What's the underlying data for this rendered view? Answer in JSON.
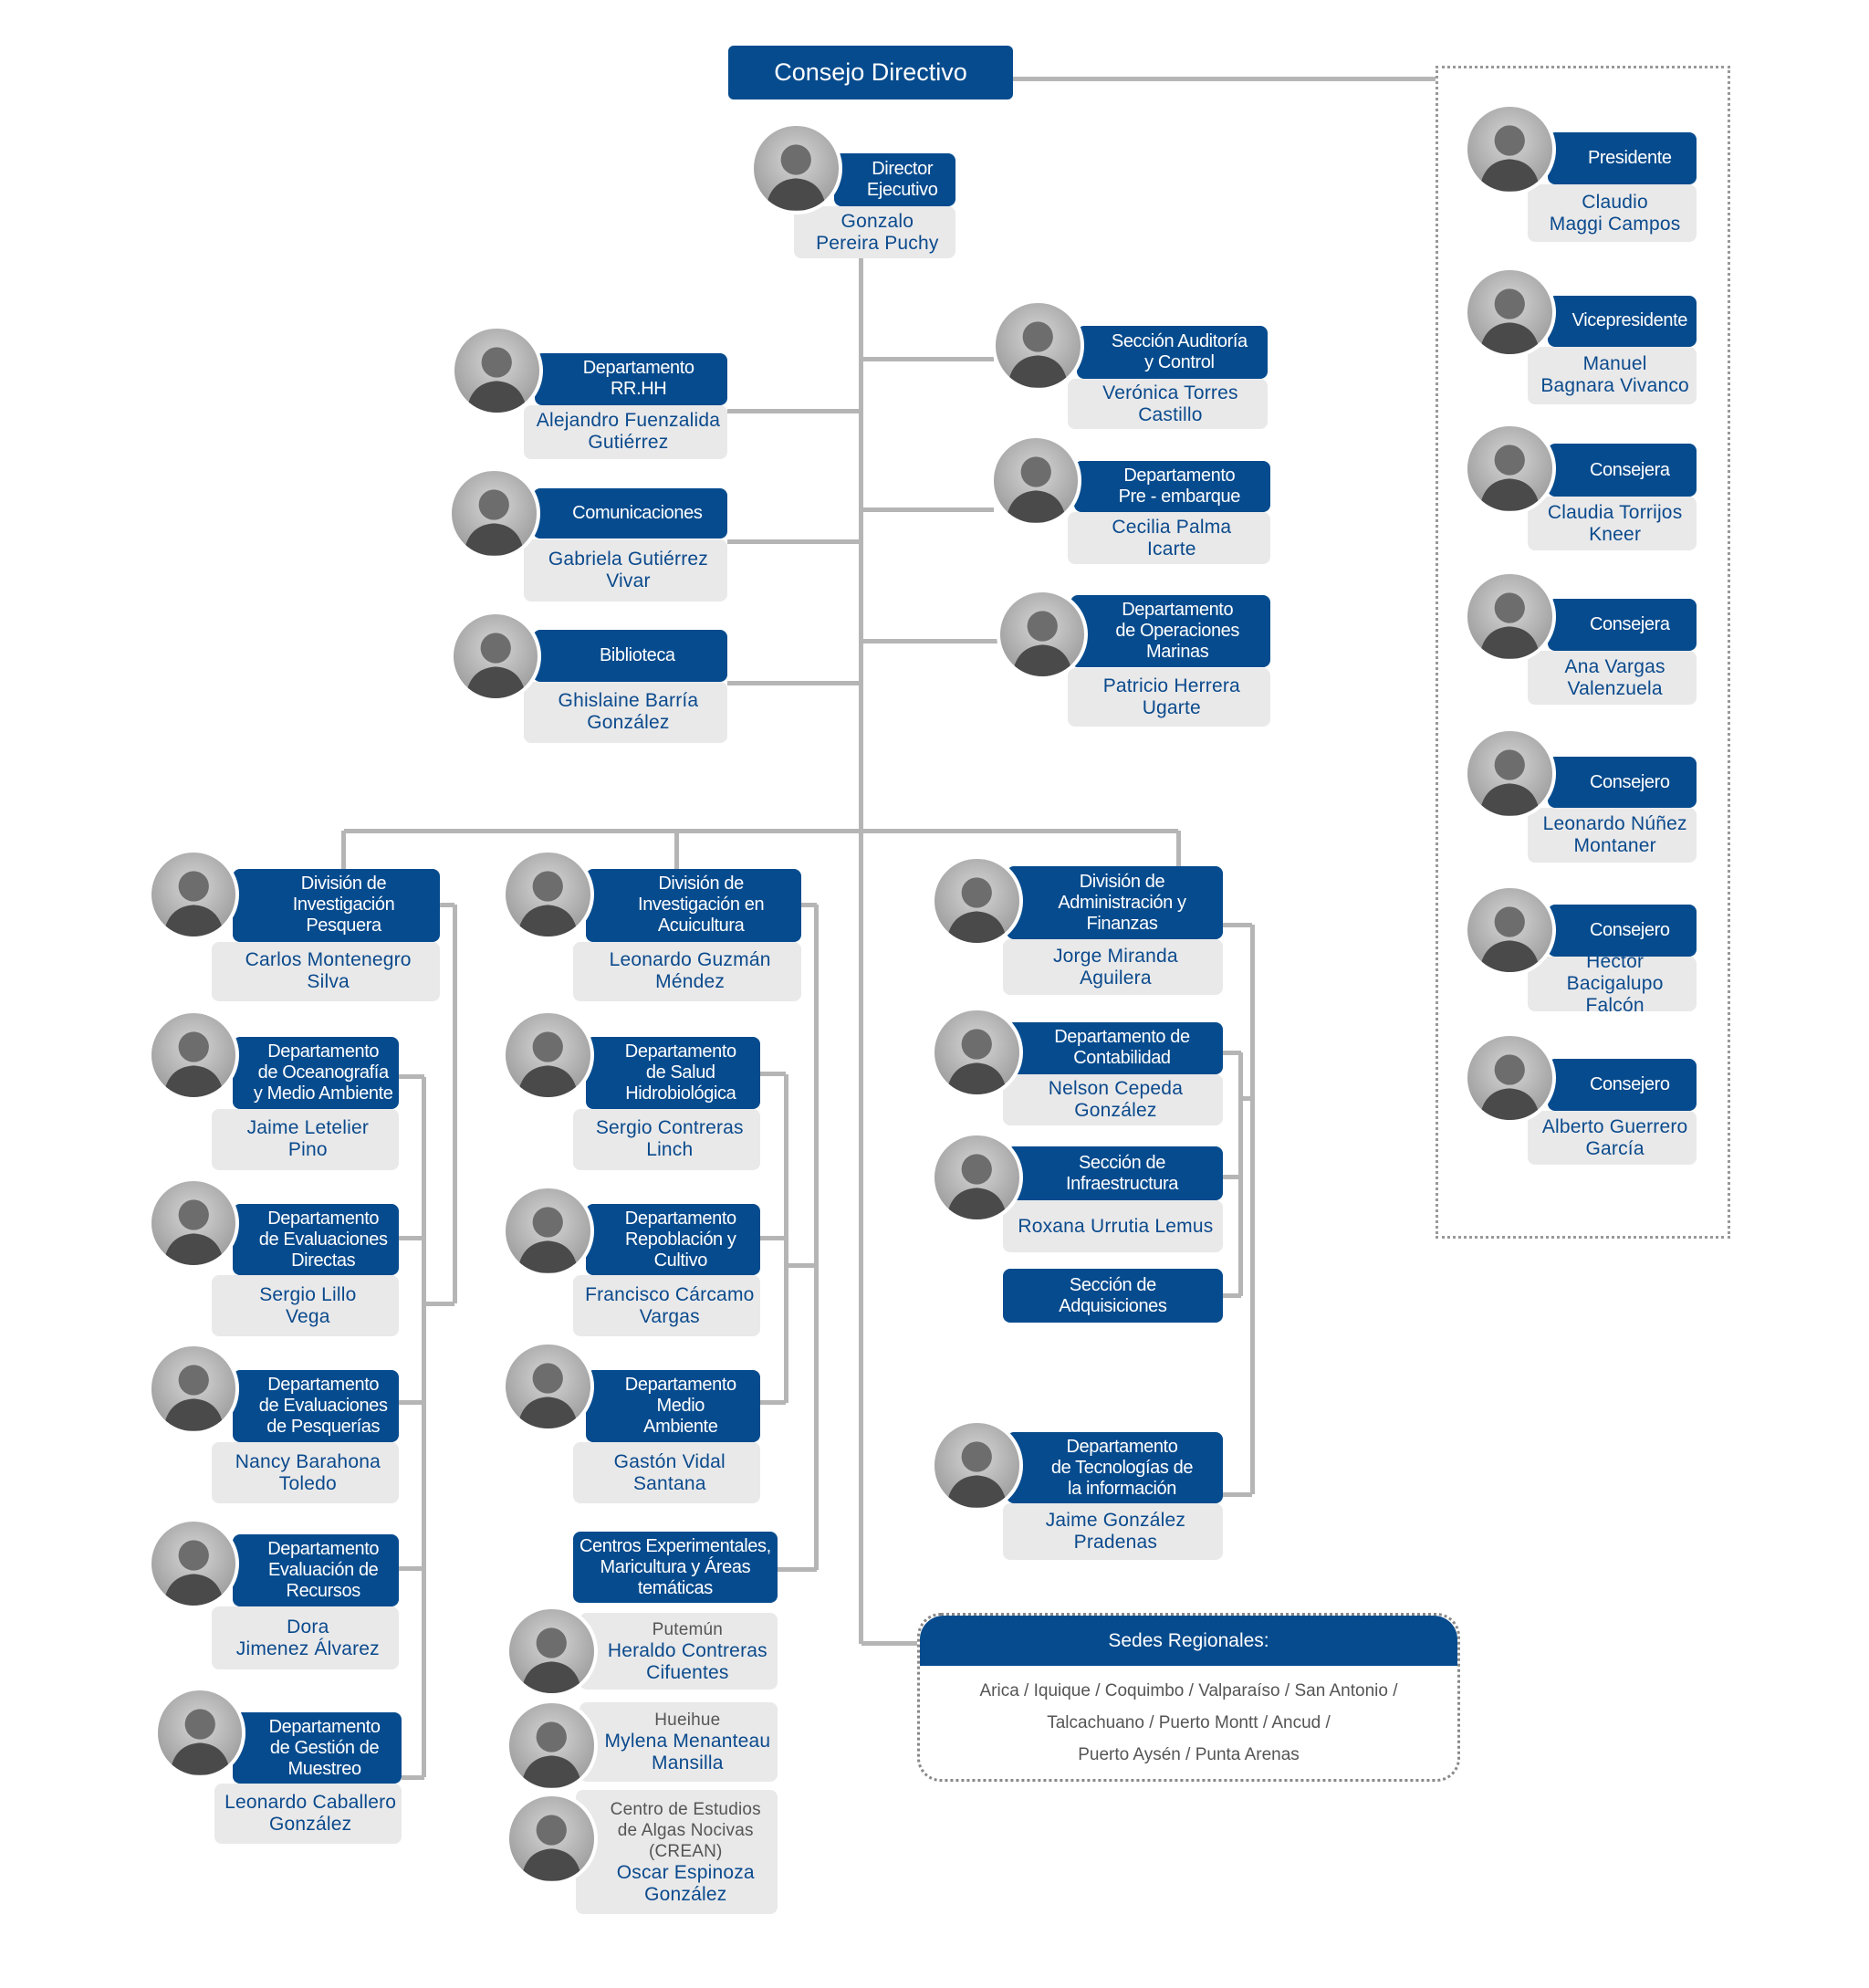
{
  "header": {
    "title": "Consejo Directivo"
  },
  "cards": [
    {
      "title": "Director\nEjecutivo",
      "name": "Gonzalo\nPereira Puchy"
    },
    {
      "title": "Departamento\nRR.HH",
      "name": "Alejandro Fuenzalida\nGutiérrez"
    },
    {
      "title": "Comunicaciones",
      "name": "Gabriela Gutiérrez\nVivar"
    },
    {
      "title": "Biblioteca",
      "name": "Ghislaine Barría\nGonzález"
    },
    {
      "title": "Sección Auditoría\ny Control",
      "name": "Verónica Torres\nCastillo"
    },
    {
      "title": "Departamento\nPre - embarque",
      "name": "Cecilia Palma\nIcarte"
    },
    {
      "title": "Departamento\nde Operaciones\nMarinas",
      "name": "Patricio Herrera\nUgarte"
    },
    {
      "title": "División de\nInvestigación\nPesquera",
      "name": "Carlos Montenegro\nSilva"
    },
    {
      "title": "Departamento\nde Oceanografía\ny Medio Ambiente",
      "name": "Jaime Letelier\nPino"
    },
    {
      "title": "Departamento\nde Evaluaciones\nDirectas",
      "name": "Sergio Lillo\nVega"
    },
    {
      "title": "Departamento\nde Evaluaciones\nde Pesquerías",
      "name": "Nancy Barahona\nToledo"
    },
    {
      "title": "Departamento\nEvaluación de\nRecursos",
      "name": "Dora\nJimenez  Álvarez"
    },
    {
      "title": "Departamento\nde Gestión de\nMuestreo",
      "name": "Leonardo Caballero\nGonzález"
    },
    {
      "title": "División de\nInvestigación en\nAcuicultura",
      "name": "Leonardo Guzmán\nMéndez"
    },
    {
      "title": "Departamento\nde Salud\nHidrobiológica",
      "name": "Sergio Contreras\nLinch"
    },
    {
      "title": "Departamento\nRepoblación y\nCultivo",
      "name": "Francisco Cárcamo\nVargas"
    },
    {
      "title": "Departamento\nMedio\nAmbiente",
      "name": "Gastón Vidal\nSantana"
    },
    {
      "title": "División de\nAdministración y\nFinanzas",
      "name": "Jorge Miranda\nAguilera"
    },
    {
      "title": "Departamento de\nContabilidad",
      "name": "Nelson Cepeda\nGonzález"
    },
    {
      "title": "Sección de\nInfraestructura",
      "name": "Roxana Urrutia Lemus"
    },
    {
      "title": "Departamento\nde Tecnologías de\nla información",
      "name": "Jaime González\nPradenas"
    }
  ],
  "units": [
    {
      "title": "Centros Experimentales,\nMaricultura y Áreas\ntemáticas"
    },
    {
      "title": "Sección de\nAdquisiciones"
    }
  ],
  "centers": [
    {
      "location": "Putemún",
      "name": "Heraldo Contreras\nCifuentes"
    },
    {
      "location": "Hueihue",
      "name": "Mylena Menanteau\nMansilla"
    },
    {
      "location": "Centro de Estudios\nde Algas Nocivas\n(CREAN)",
      "name": "Oscar Espinoza\nGonzález"
    }
  ],
  "board": [
    {
      "title": "Presidente",
      "name": "Claudio\nMaggi Campos"
    },
    {
      "title": "Vicepresidente",
      "name": "Manuel\nBagnara Vivanco"
    },
    {
      "title": "Consejera",
      "name": "Claudia Torrijos\nKneer"
    },
    {
      "title": "Consejera",
      "name": "Ana Vargas\nValenzuela"
    },
    {
      "title": "Consejero",
      "name": "Leonardo Núñez\nMontaner"
    },
    {
      "title": "Consejero",
      "name": "Héctor Bacigalupo\nFalcón"
    },
    {
      "title": "Consejero",
      "name": "Alberto Guerrero\nGarcía"
    }
  ],
  "sedes": {
    "title": "Sedes Regionales:",
    "lines": [
      "Arica / Iquique / Coquimbo / Valparaíso / San Antonio /",
      "Talcachuano / Puerto Montt / Ancud /",
      "Puerto Aysén / Punta Arenas"
    ]
  }
}
